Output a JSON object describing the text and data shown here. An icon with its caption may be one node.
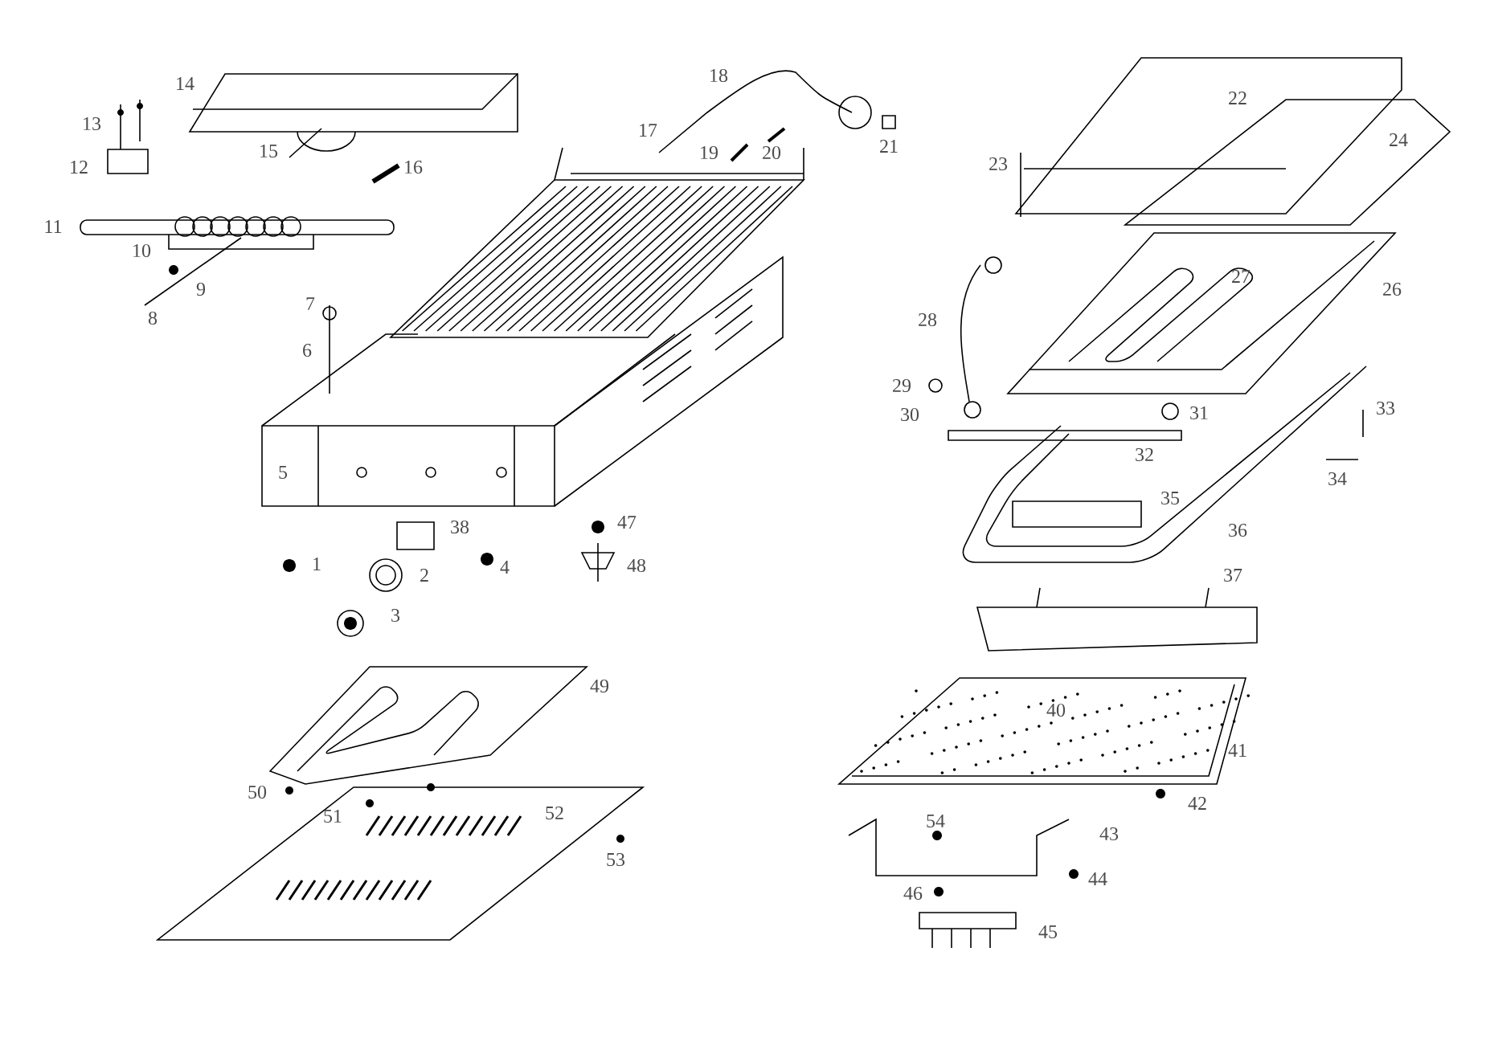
{
  "diagram": {
    "labels": [
      "18",
      "14",
      "22",
      "13",
      "17",
      "24",
      "21",
      "15",
      "19",
      "20",
      "12",
      "23",
      "16",
      "11",
      "10",
      "9",
      "27",
      "26",
      "7",
      "8",
      "28",
      "6",
      "29",
      "33",
      "30",
      "31",
      "32",
      "5",
      "34",
      "35",
      "47",
      "38",
      "36",
      "1",
      "4",
      "2",
      "48",
      "37",
      "3",
      "49",
      "40",
      "41",
      "50",
      "42",
      "52",
      "51",
      "54",
      "43",
      "53",
      "44",
      "46",
      "45"
    ]
  }
}
